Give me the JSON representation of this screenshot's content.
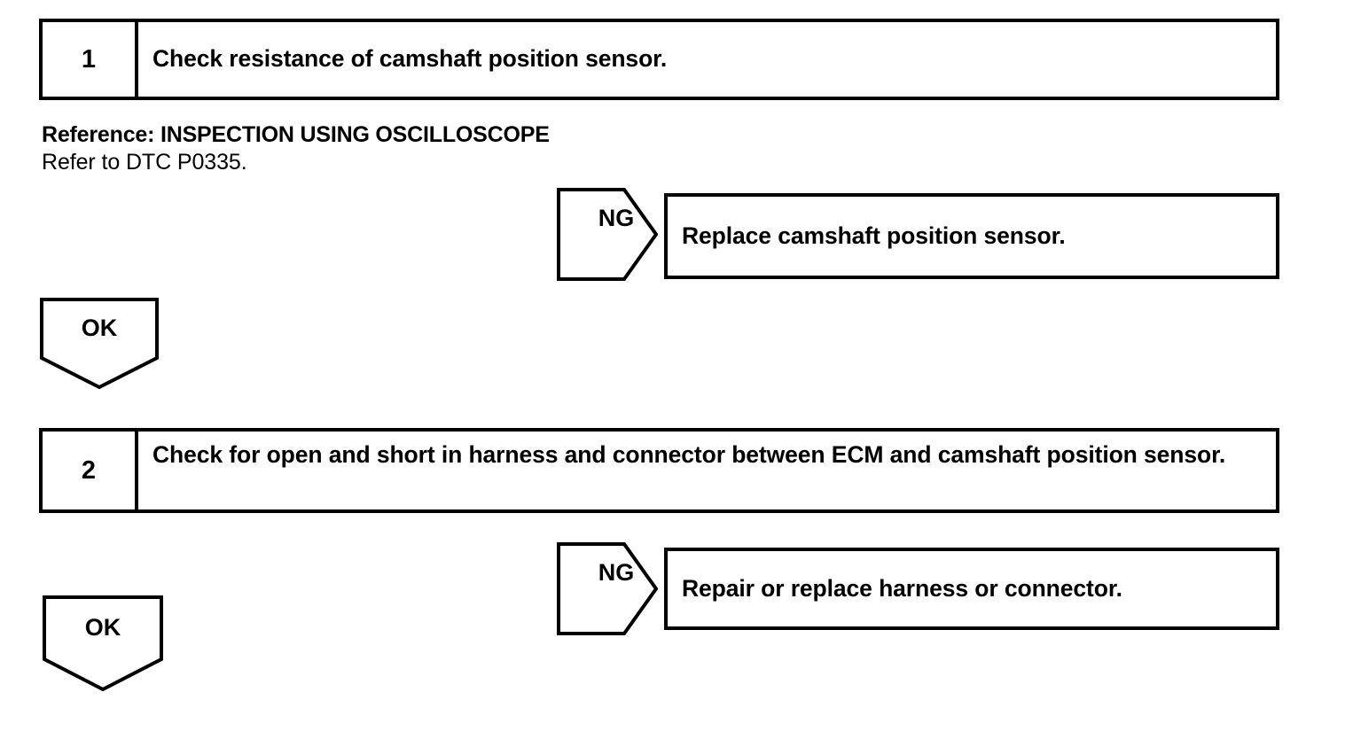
{
  "document": {
    "type": "diagnostic-troubleshooting-flowchart",
    "background_color": "#ffffff",
    "stroke_color": "#000000"
  },
  "steps": [
    {
      "number": "1",
      "text": "Check resistance of camshaft position sensor."
    },
    {
      "number": "2",
      "text": "Check for open and short in harness and connector between ECM and camshaft position sensor."
    }
  ],
  "note": {
    "heading": "Reference: INSPECTION USING OSCILLOSCOPE",
    "body": "Refer to DTC P0335."
  },
  "branches": [
    {
      "label": "NG",
      "action": "Replace camshaft position sensor."
    },
    {
      "label": "NG",
      "action": "Repair or replace harness or connector."
    }
  ],
  "continuations": [
    {
      "label": "OK"
    },
    {
      "label": "OK"
    }
  ]
}
